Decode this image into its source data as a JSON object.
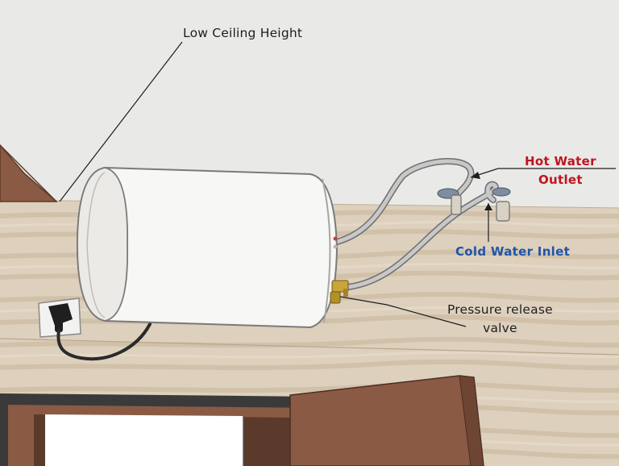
{
  "labels": {
    "ceiling": "Low Ceiling Height",
    "hot_outlet_line1": "Hot Water",
    "hot_outlet_line2": "Outlet",
    "cold_inlet": "Cold Water Inlet",
    "valve_line1": "Pressure release",
    "valve_line2": "valve"
  },
  "colors": {
    "hot": "#c0141e",
    "cold": "#1f55a8",
    "label": "#1e1e1e",
    "ceiling": "#e9e9e7",
    "wall": "#ddd0bd",
    "wood": "#8b5a44",
    "heater": "#f7f7f5"
  }
}
